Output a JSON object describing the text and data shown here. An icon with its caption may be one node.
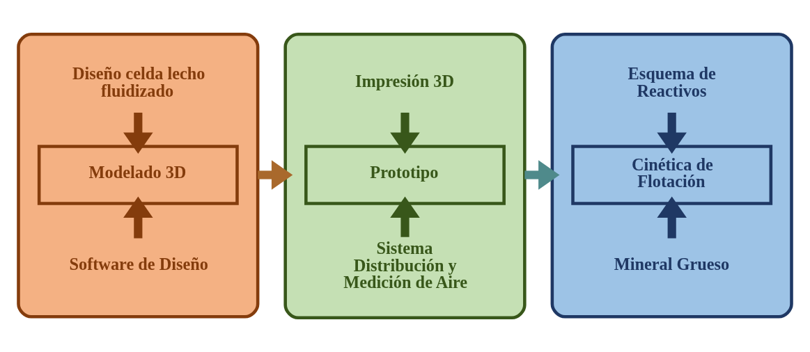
{
  "diagram": {
    "nodes": [
      {
        "text": [],
        "shape": "box"
      },
      {
        "text": [
          "Diseño celda lecho fluidizado"
        ],
        "in": 0
      },
      {
        "text": [
          "Modelado 3D"
        ],
        "in": 0
      },
      {
        "text": [
          "Software de Diseño"
        ],
        "in": 0
      },
      {
        "text": [],
        "shape": "box"
      },
      {
        "text": [
          "Impresión 3D"
        ],
        "in": 4
      },
      {
        "text": [
          "Prototipo"
        ],
        "in": 4
      },
      {
        "text": [
          "Sistema Distribución y Medición de Aire"
        ],
        "in": 4
      },
      {
        "text": [],
        "shape": "box"
      },
      {
        "text": [
          "Esquema de Reactivos"
        ],
        "in": 8
      },
      {
        "text": [
          "Cinética de Flotación"
        ],
        "in": 8
      },
      {
        "text": [
          "Mineral Grueso"
        ],
        "in": 8
      }
    ],
    "edges": [
      {
        "from": 1,
        "to": 2,
        "arrow": "to",
        "color": "#843c0c"
      },
      {
        "from": 3,
        "to": 2,
        "arrow": "to",
        "color": "#843c0c"
      },
      {
        "from": 0,
        "to": 4,
        "arrow": "to",
        "color": "#a9692c"
      },
      {
        "from": 5,
        "to": 6,
        "arrow": "to",
        "color": "#38571a"
      },
      {
        "from": 7,
        "to": 6,
        "arrow": "to",
        "color": "#38571a"
      },
      {
        "from": 4,
        "to": 8,
        "arrow": "to",
        "color": "#4f8a8b"
      },
      {
        "from": 9,
        "to": 10,
        "arrow": "to",
        "color": "#1f3864"
      },
      {
        "from": 11,
        "to": 10,
        "arrow": "to",
        "color": "#1f3864"
      }
    ]
  }
}
